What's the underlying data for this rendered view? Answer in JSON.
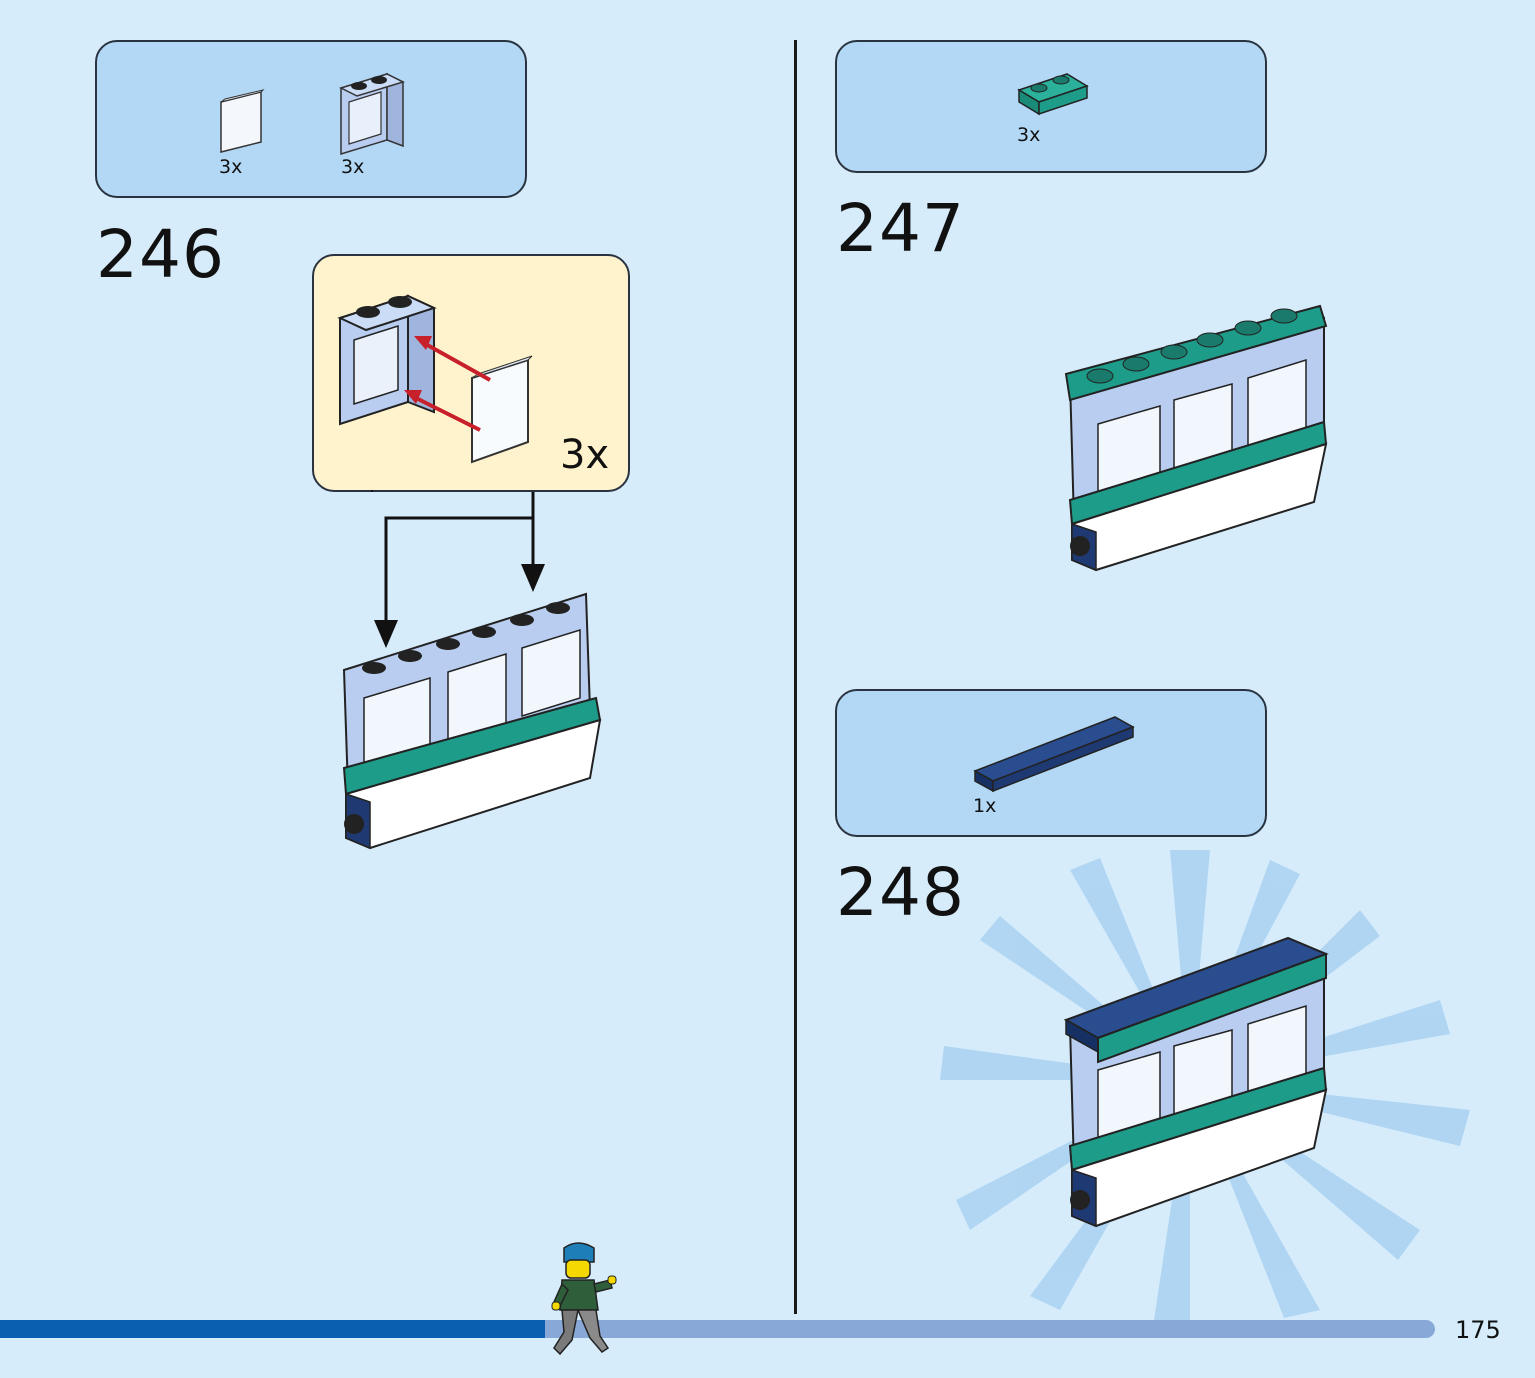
{
  "page": {
    "number": "175"
  },
  "progress": {
    "fraction": 0.38
  },
  "steps": [
    {
      "number": "246",
      "parts": [
        {
          "icon": "window-glass-pane-icon",
          "qty": "3x"
        },
        {
          "icon": "window-frame-icon",
          "qty": "3x"
        }
      ],
      "callout": {
        "qty": "3x"
      }
    },
    {
      "number": "247",
      "parts": [
        {
          "icon": "teal-jumper-plate-icon",
          "qty": "3x"
        }
      ]
    },
    {
      "number": "248",
      "parts": [
        {
          "icon": "dark-blue-tile-icon",
          "qty": "1x"
        }
      ]
    }
  ],
  "colors": {
    "background": "#d6ecfb",
    "parts_box": "#b3d8f5",
    "callout": "#fef3cc",
    "frame_light_blue": "#b8cdf0",
    "teal": "#1e9c8a",
    "dark_blue": "#1f3a73",
    "progress_fill": "#0b5fb0",
    "progress_track": "#88a9d8",
    "arrow_red": "#c8202a"
  }
}
